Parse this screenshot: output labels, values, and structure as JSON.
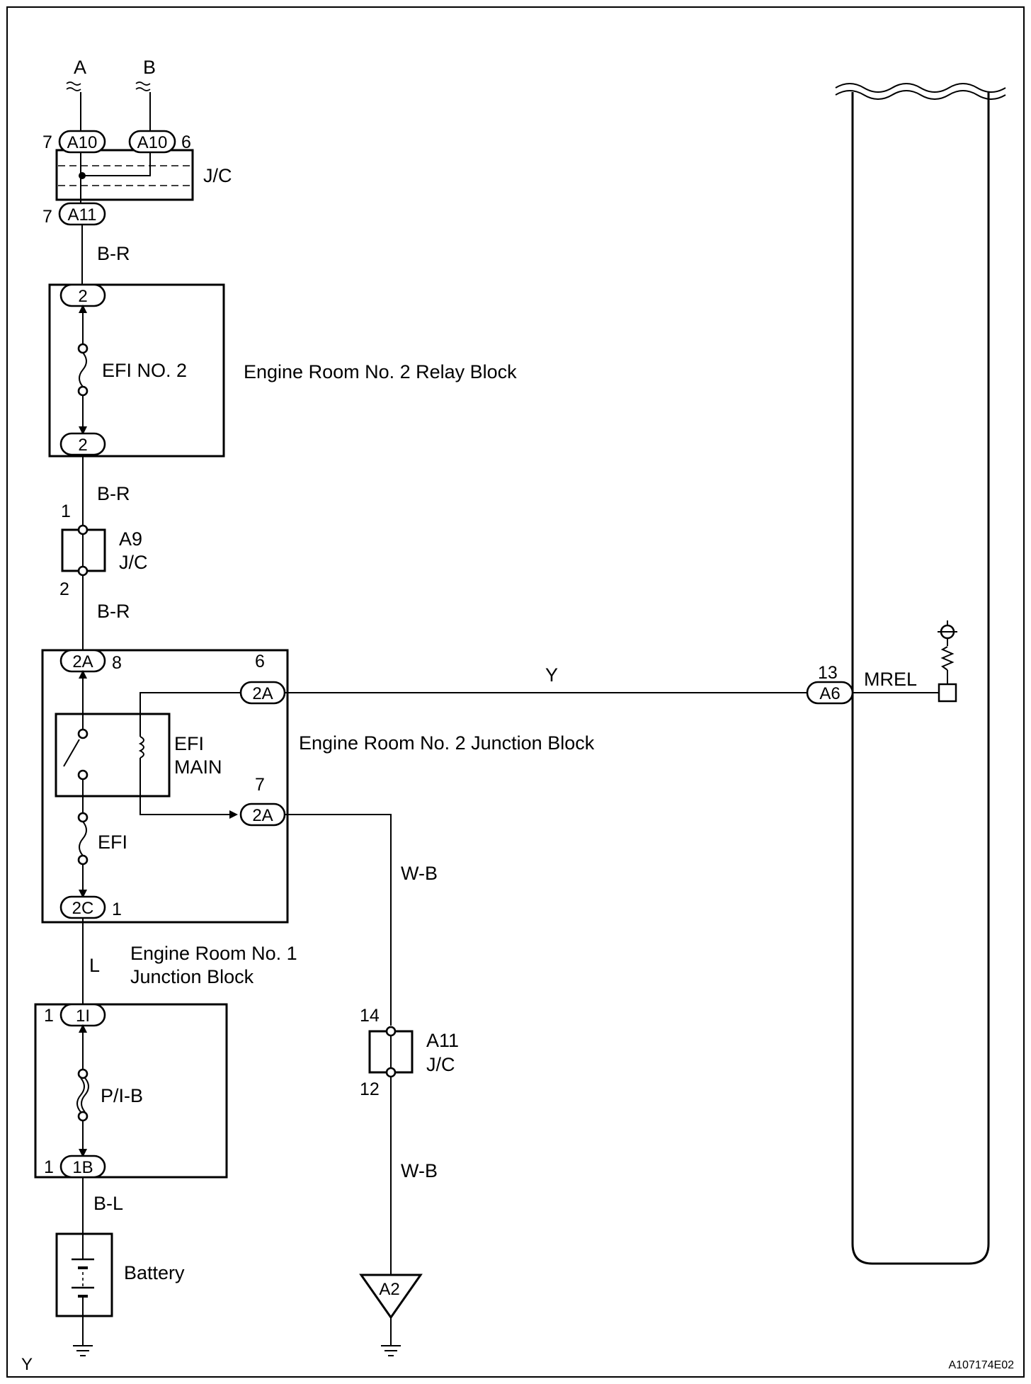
{
  "top_inputs": {
    "a": "A",
    "b": "B"
  },
  "junction_connector_top": {
    "label": "J/C",
    "conn_left": "A10",
    "conn_left_pin": "7",
    "conn_right": "A10",
    "conn_right_pin": "6",
    "conn_bottom": "A11",
    "conn_bottom_pin": "7"
  },
  "wire_colors": {
    "jc_to_relay": "B-R",
    "relay_to_a9": "B-R",
    "a9_to_jb2": "B-R",
    "jb1_to_jb2": "L",
    "battery": "B-L",
    "ground_upper": "W-B",
    "ground_lower": "W-B",
    "ecu_signal": "Y"
  },
  "relay_block": {
    "title": "Engine Room  No. 2 Relay Block",
    "fuse": "EFI NO. 2",
    "conn_top": "2",
    "conn_bottom": "2"
  },
  "a9_connector": {
    "name": "A9",
    "type": "J/C",
    "pin_top": "1",
    "pin_bottom": "2"
  },
  "junction_block_2": {
    "title": "Engine Room No. 2 Junction Block",
    "relay": "EFI",
    "relay_line2": "MAIN",
    "fuse": "EFI",
    "conn_in": "2A",
    "conn_in_pin": "8",
    "conn_out_signal": "2A",
    "conn_out_signal_pin": "6",
    "conn_out_ground": "2A",
    "conn_out_ground_pin": "7",
    "conn_bottom": "2C",
    "conn_bottom_pin": "1"
  },
  "junction_block_1": {
    "title_line1": "Engine Room No. 1",
    "title_line2": "Junction Block",
    "fuse": "P/I-B",
    "conn_top": "1I",
    "conn_top_pin": "1",
    "conn_bottom": "1B",
    "conn_bottom_pin": "1"
  },
  "battery": {
    "label": "Battery"
  },
  "a11_connector": {
    "name": "A11",
    "type": "J/C",
    "pin_top": "14",
    "pin_bottom": "12"
  },
  "ground_point": {
    "label": "A2"
  },
  "ecu": {
    "connector": "A6",
    "pin": "13",
    "terminal": "MREL"
  },
  "footer": {
    "left": "Y",
    "right": "A107174E02"
  }
}
